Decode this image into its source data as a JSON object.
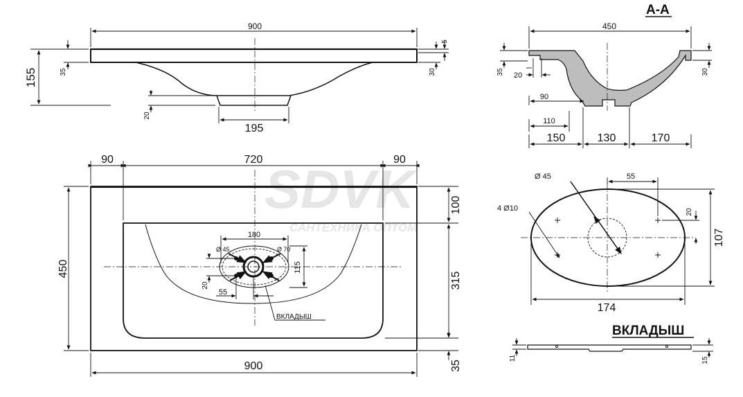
{
  "watermark": {
    "brand": "SDVK",
    "sub": "САНТЕХНИКА ОПТОМ"
  },
  "section_title": "А-А",
  "insert_title": "ВКЛАДЫШ",
  "insert_callout": "ВКЛАДЫШ",
  "front_dims": {
    "width": "900",
    "height": "155",
    "top_thick": "35",
    "bottom": "20",
    "base": "195",
    "lip": "5",
    "right_thick": "30"
  },
  "top_dims": {
    "left": "90",
    "mid": "720",
    "right": "90",
    "depth": "450",
    "width": "900",
    "back": "100",
    "bowl": "315",
    "front": "35"
  },
  "drain_dims": {
    "span": "180",
    "d45": "Ø 45",
    "d70": "Ø 70",
    "h": "115",
    "off": "55",
    "v": "20"
  },
  "section_dims": {
    "width": "450",
    "left_h": "35",
    "rim": "20",
    "right_h": "30",
    "d90": "90",
    "d110": "110",
    "s150": "150",
    "s130": "130",
    "s170": "170"
  },
  "plug_dims": {
    "d45": "Ø 45",
    "holes": "4 Ø10",
    "off55": "55",
    "v20": "20",
    "h107": "107",
    "w174": "174"
  },
  "insert_dims": {
    "left": "11",
    "right": "15"
  }
}
